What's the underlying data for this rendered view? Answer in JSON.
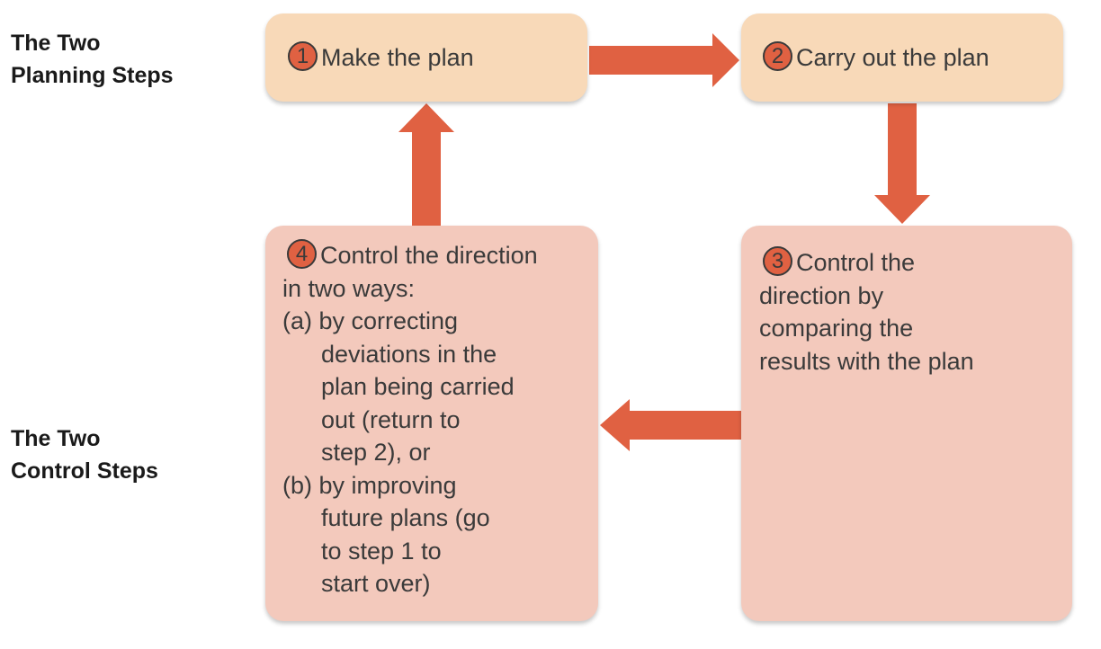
{
  "labels": {
    "planning": "The Two\nPlanning Steps",
    "control": "The Two\nControl Steps"
  },
  "steps": [
    {
      "number": "1",
      "lines": [
        "Make the plan"
      ]
    },
    {
      "number": "2",
      "lines": [
        "Carry out the plan"
      ]
    },
    {
      "number": "3",
      "lines": [
        "Control the",
        "direction by",
        "comparing the",
        "results with the plan"
      ]
    },
    {
      "number": "4",
      "lines": [
        "Control the direction",
        "in two ways:",
        "(a) by correcting",
        "deviations in the",
        "plan being carried",
        "out (return to",
        "step 2), or",
        "(b) by improving",
        "future plans (go",
        "to step 1 to",
        "start over)"
      ]
    }
  ],
  "colors": {
    "plan_box": "#f8d9b8",
    "control_box": "#f3c9bc",
    "arrow": "#e06142",
    "badge": "#e06142",
    "text": "#3a3a3a"
  }
}
